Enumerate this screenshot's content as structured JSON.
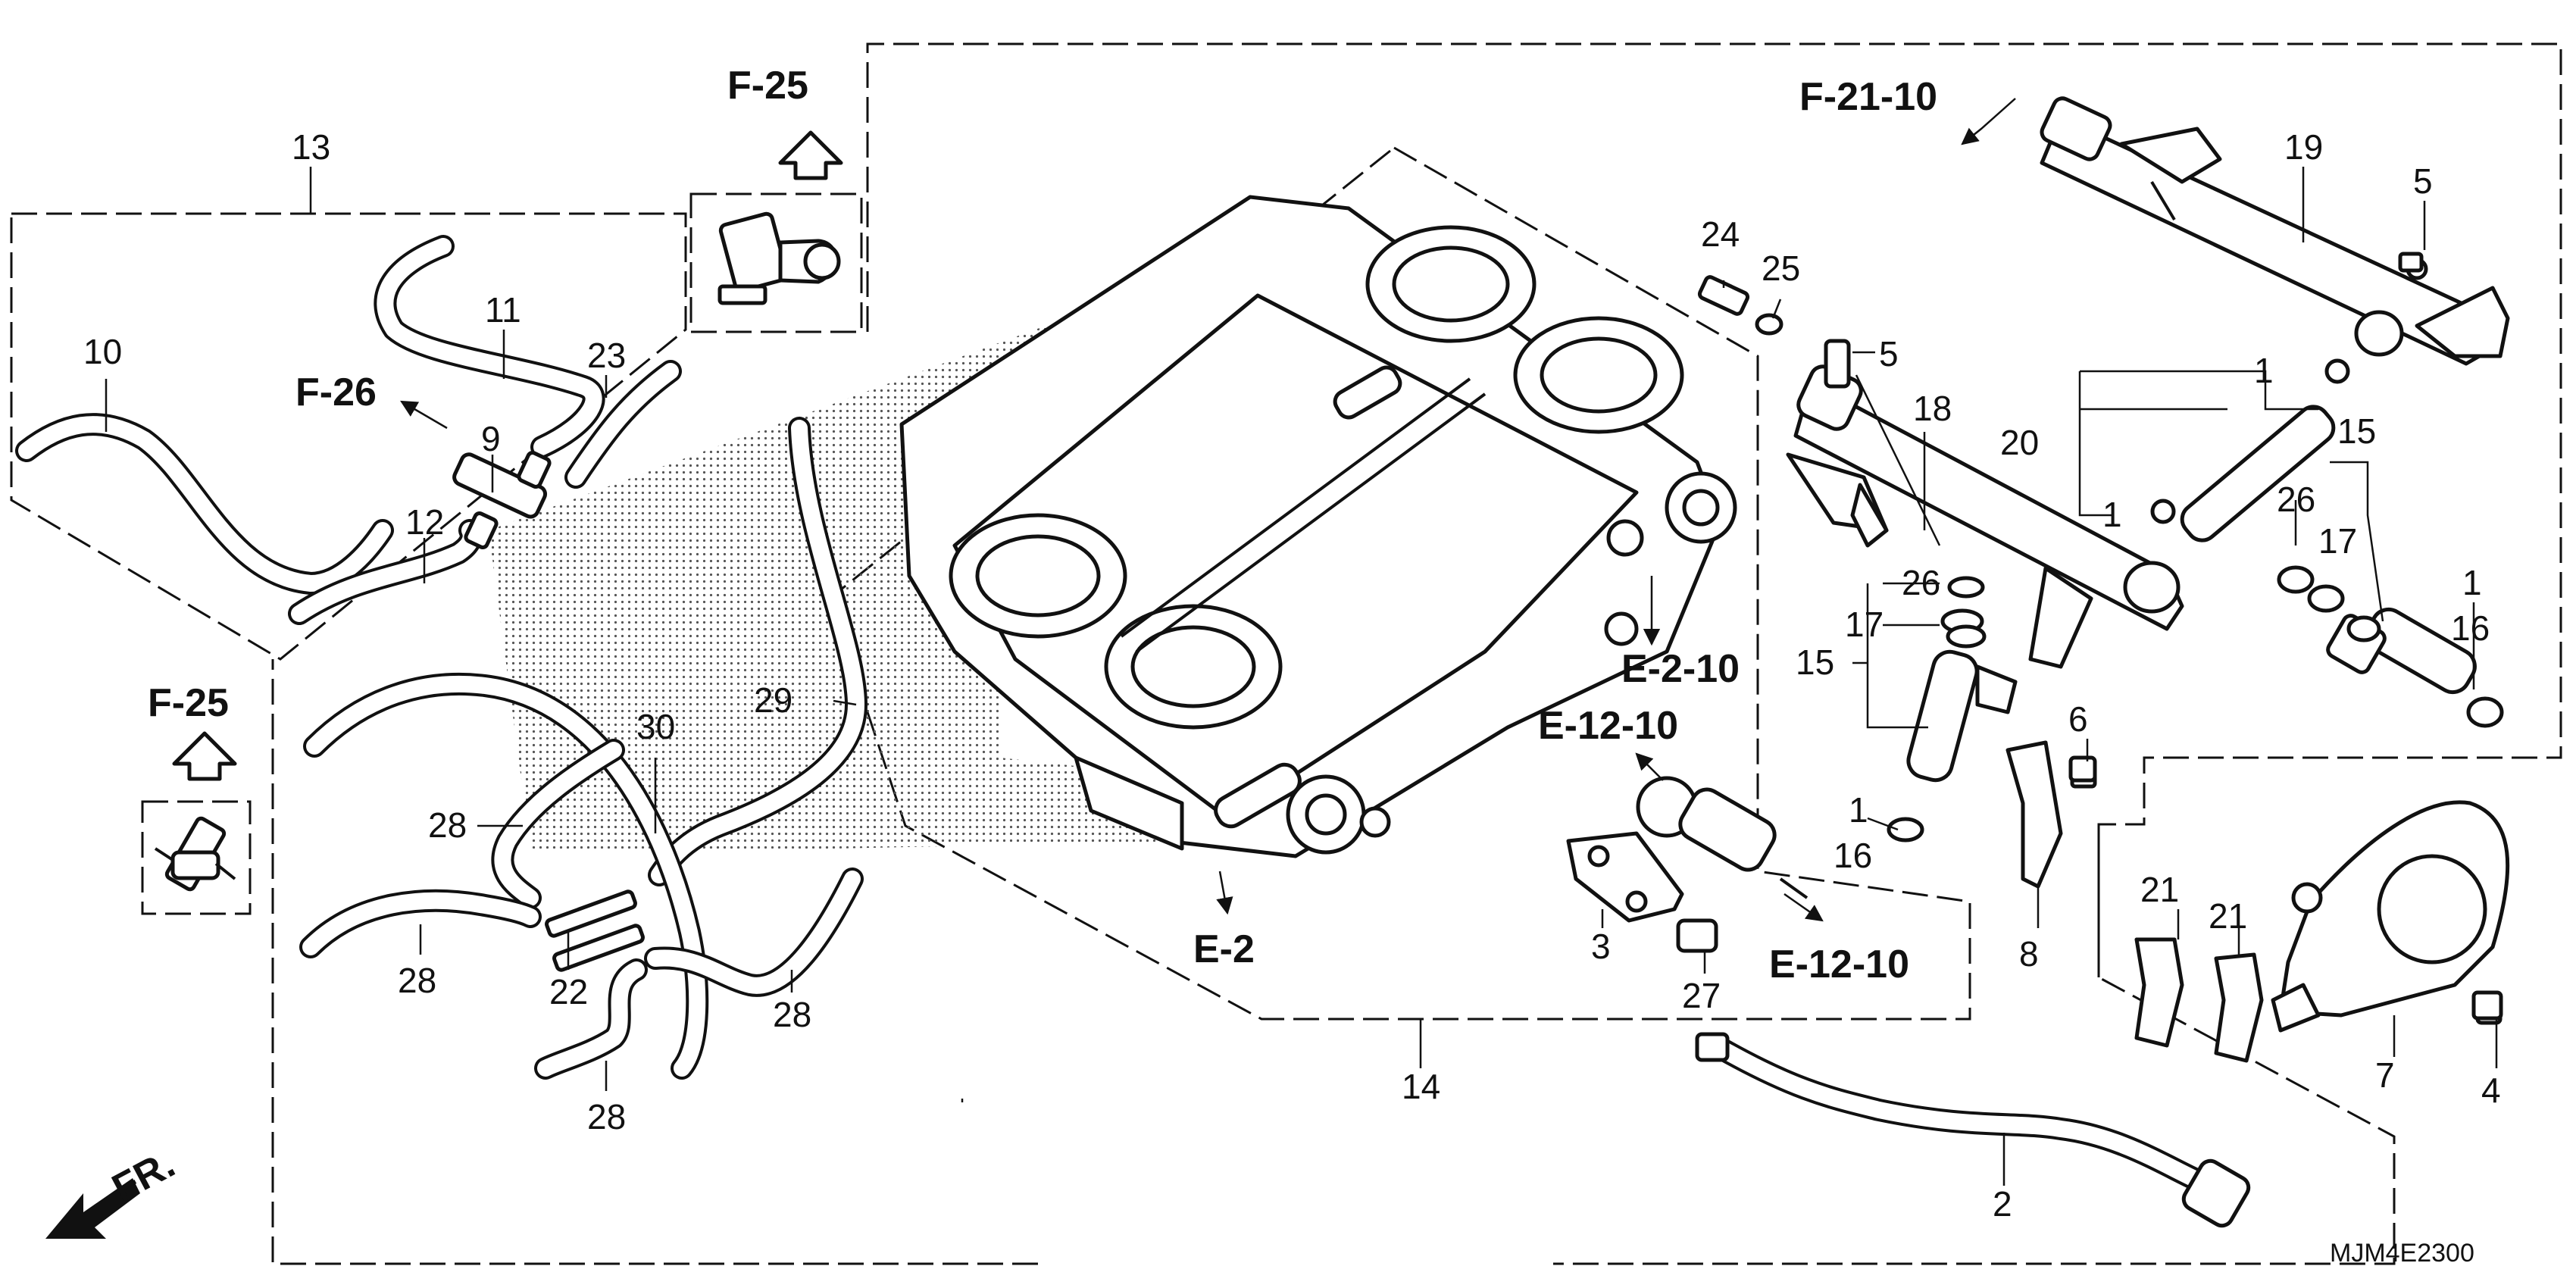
{
  "diagram": {
    "code": "MJM4E2300",
    "front_label": "FR.",
    "references": {
      "f25_top": "F-25",
      "f25_left": "F-25",
      "f26": "F-26",
      "f21_10": "F-21-10",
      "e2_10": "E-2-10",
      "e12_10_top": "E-12-10",
      "e12_10_bottom": "E-12-10",
      "e2": "E-2"
    },
    "callouts": {
      "n1a": "1",
      "n1b": "1",
      "n1c": "1",
      "n1d": "1",
      "n2": "2",
      "n3": "3",
      "n4": "4",
      "n5a": "5",
      "n5b": "5",
      "n6": "6",
      "n7": "7",
      "n8": "8",
      "n9": "9",
      "n10": "10",
      "n11": "11",
      "n12": "12",
      "n13": "13",
      "n14": "14",
      "n15a": "15",
      "n15b": "15",
      "n16a": "16",
      "n16b": "16",
      "n17a": "17",
      "n17b": "17",
      "n18": "18",
      "n19": "19",
      "n20": "20",
      "n21a": "21",
      "n21b": "21",
      "n22": "22",
      "n23": "23",
      "n24": "24",
      "n25": "25",
      "n26a": "26",
      "n26b": "26",
      "n27": "27",
      "n28a": "28",
      "n28b": "28",
      "n28c": "28",
      "n28d": "28",
      "n29": "29",
      "n30": "30"
    }
  }
}
